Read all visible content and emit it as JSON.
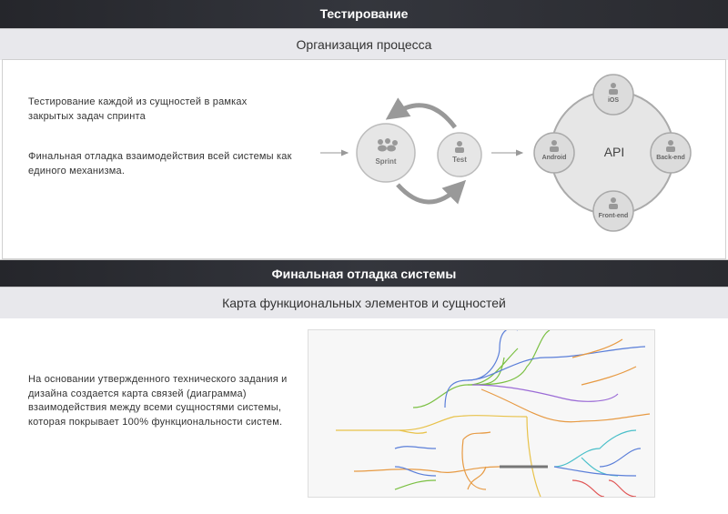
{
  "section1": {
    "title": "Тестирование",
    "subtitle": "Организация процесса",
    "paragraph1": "Тестирование каждой из сущностей в рамках закрытых задач спринта",
    "paragraph2": "Финальная отладка взаимодействия всей системы как единого механизма.",
    "diagram": {
      "sprint": "Sprint",
      "test": "Test",
      "api": "API",
      "ios": "iOS",
      "android": "Android",
      "backend": "Back-end",
      "frontend": "Front-end"
    }
  },
  "section2": {
    "title": "Финальная отладка системы",
    "subtitle": "Карта функциональных элементов и сущностей",
    "paragraph": "На основании утвержденного технического задания и дизайна создается карта связей (диаграмма) взаимодействия между всеми сущностями системы, которая покрывает 100% функциональности систем."
  }
}
